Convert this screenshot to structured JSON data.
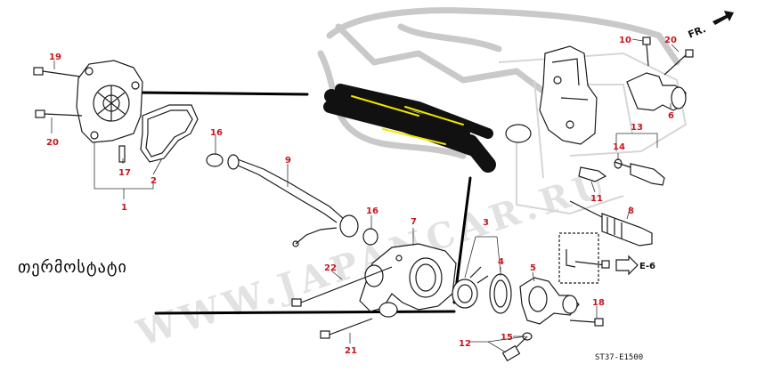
{
  "handwritten_label": "თერმოსტატი",
  "direction_label": "FR.",
  "reference_arrow": "E-6",
  "diagram_code": "ST37-E1500",
  "watermark": "WWW.JAPANCAR.RU",
  "callouts": [
    "19",
    "20",
    "17",
    "2",
    "1",
    "16",
    "9",
    "16",
    "7",
    "22",
    "21",
    "3",
    "4",
    "5",
    "18",
    "15",
    "12",
    "10",
    "20",
    "6",
    "13",
    "14",
    "11",
    "8"
  ],
  "colors": {
    "callout": "#c8161d",
    "lines": "#1a1a1a",
    "ghost": "#c9c9c9",
    "highlight": "#f2e600"
  }
}
